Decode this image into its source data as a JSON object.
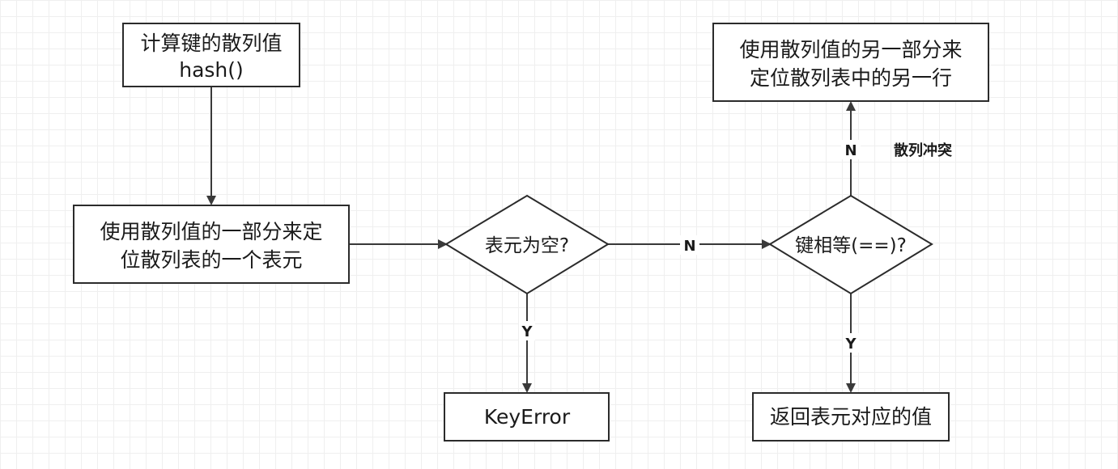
{
  "nodes": {
    "compute_hash": {
      "line1": "计算键的散列值",
      "line2": "hash()"
    },
    "locate_bucket": {
      "line1": "使用散列值的一部分来定",
      "line2": "位散列表的一个表元"
    },
    "is_empty": {
      "label": "表元为空?"
    },
    "key_error": {
      "label": "KeyError"
    },
    "keys_equal": {
      "label": "键相等(==)?"
    },
    "return_value": {
      "label": "返回表元对应的值"
    },
    "locate_other": {
      "line1": "使用散列值的另一部分来",
      "line2": "定位散列表中的另一行"
    }
  },
  "edges": {
    "empty_yes": "Y",
    "empty_no": "N",
    "equal_yes": "Y",
    "equal_no": "N"
  },
  "annotations": {
    "collision": "散列冲突"
  }
}
